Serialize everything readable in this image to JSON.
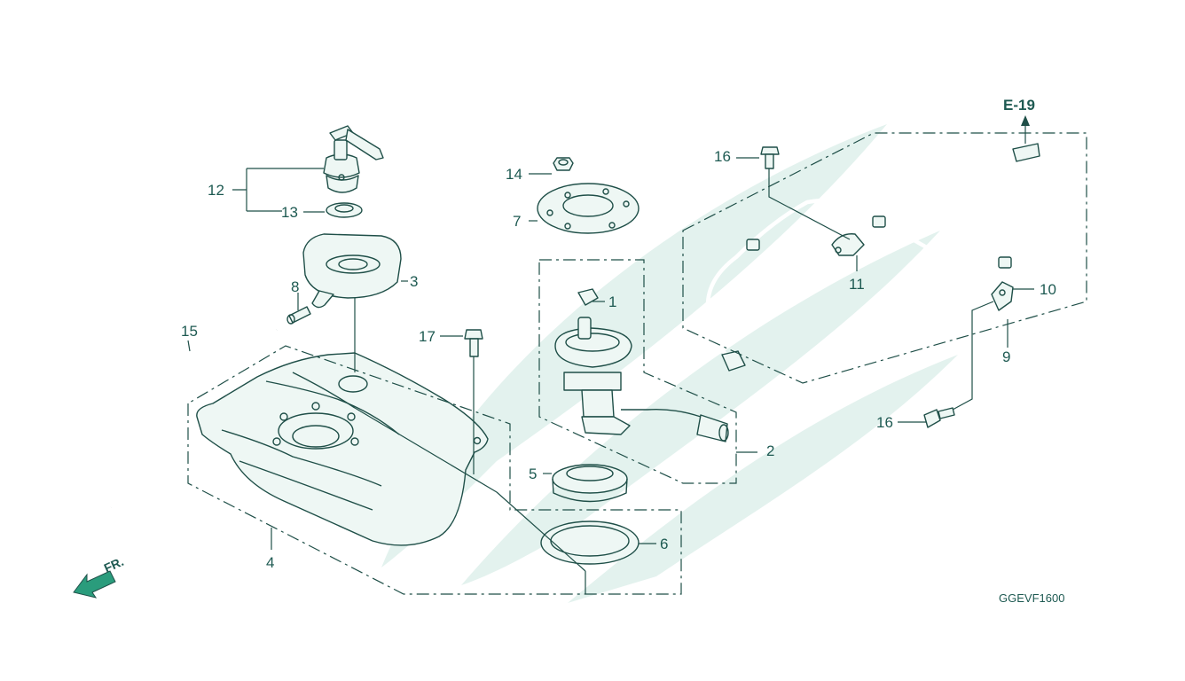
{
  "diagram_code": "GGEVF1600",
  "reference": "E-19",
  "direction_label": "FR.",
  "callouts": {
    "c1": "1",
    "c2": "2",
    "c3": "3",
    "c4": "4",
    "c5": "5",
    "c6": "6",
    "c7": "7",
    "c8": "8",
    "c9": "9",
    "c10": "10",
    "c11": "11",
    "c12": "12",
    "c13": "13",
    "c14": "14",
    "c15": "15",
    "c16a": "16",
    "c16b": "16",
    "c17": "17"
  },
  "colors": {
    "line": "#1f4f48",
    "label": "#1e5a52",
    "watermark": "#dcefe9",
    "direction_arrow": "#2a9c7c"
  }
}
